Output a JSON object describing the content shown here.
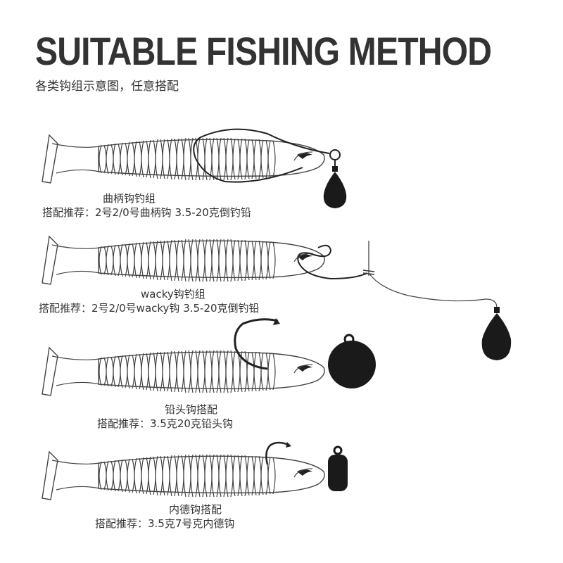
{
  "header": {
    "title": "SUITABLE FISHING METHOD",
    "subtitle": "各类钩组示意图，任意搭配"
  },
  "rigs": [
    {
      "name": "曲柄钩钓组",
      "recommendation": "搭配推荐：2号2/0号曲柄钩   3.5-20克倒钓铅"
    },
    {
      "name": "wacky钩钓组",
      "recommendation": "搭配推荐：2号2/0号wacky钩   3.5-20克倒钓铅"
    },
    {
      "name": "铅头钩搭配",
      "recommendation": "搭配推荐：3.5克20克铅头钩"
    },
    {
      "name": "内德钩搭配",
      "recommendation": "搭配推荐：3.5克7号克内德钩"
    }
  ],
  "colors": {
    "line": "#333333",
    "weight": "#1a1a1a",
    "background": "#ffffff"
  }
}
